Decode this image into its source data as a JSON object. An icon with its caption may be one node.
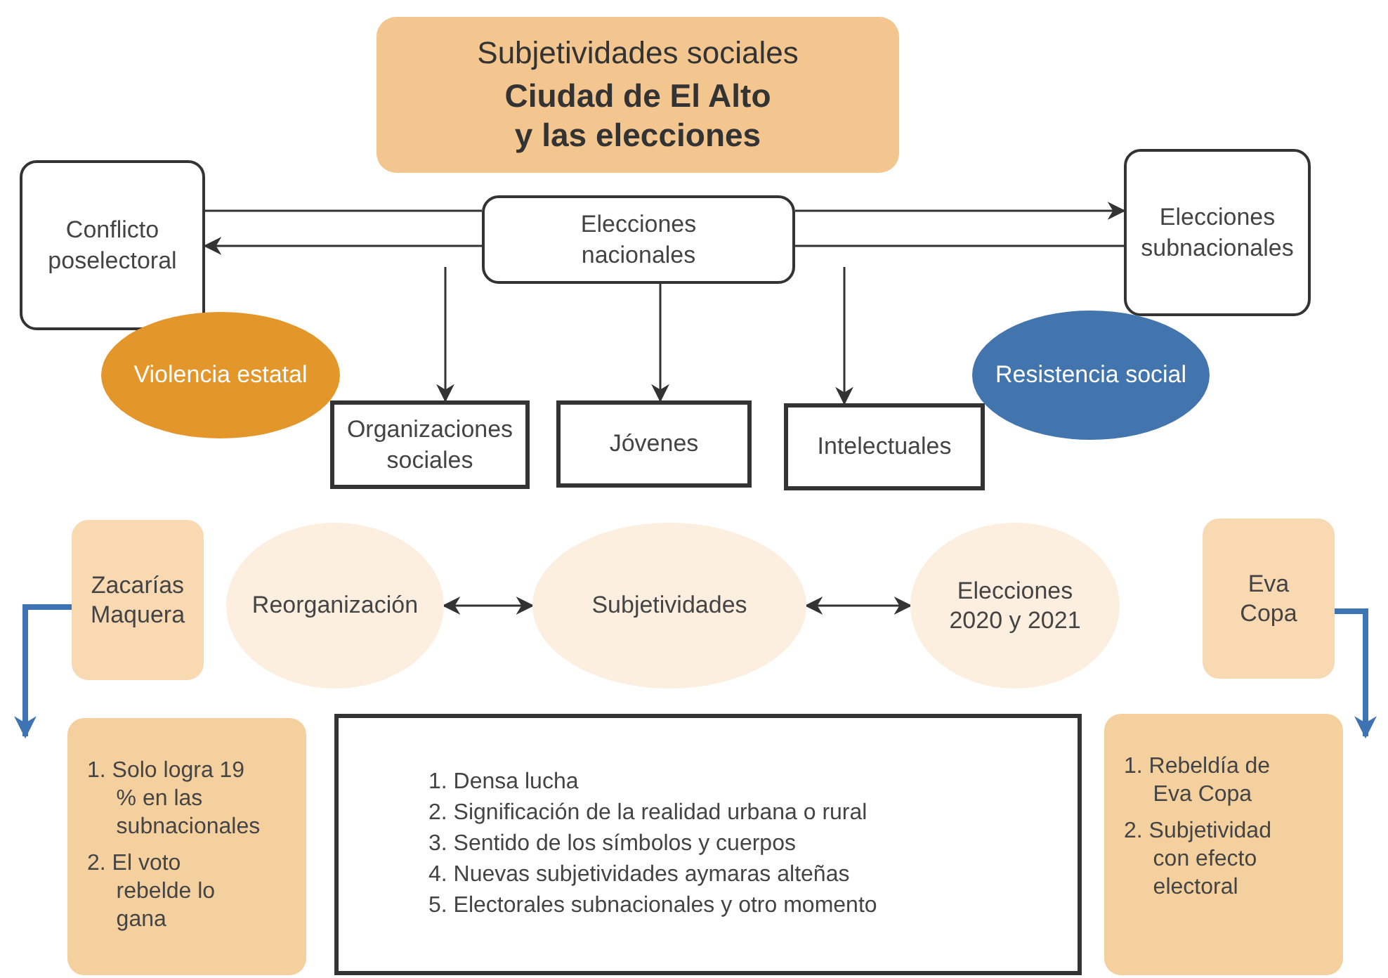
{
  "diagram": {
    "nodes": [
      {
        "text": [
          "Subjetividades sociales",
          "Ciudad de El Alto y las elecciones"
        ]
      },
      {
        "text": [
          "Conflicto poselectoral"
        ]
      },
      {
        "text": [
          "Elecciones nacionales"
        ]
      },
      {
        "text": [
          "Elecciones subnacionales"
        ]
      },
      {
        "text": [
          "Violencia estatal"
        ]
      },
      {
        "text": [
          "Resistencia social"
        ]
      },
      {
        "text": [
          "Organizaciones sociales"
        ]
      },
      {
        "text": [
          "Jóvenes"
        ]
      },
      {
        "text": [
          "Intelectuales"
        ]
      },
      {
        "text": [
          "Zacarías Maquera"
        ]
      },
      {
        "text": [
          "Reorganización"
        ]
      },
      {
        "text": [
          "Subjetividades"
        ]
      },
      {
        "text": [
          "Elecciones 2020 y 2021"
        ]
      },
      {
        "text": [
          "Eva Copa"
        ]
      },
      {
        "text": [
          "1. Solo logra 19 % en las subnacionales",
          "2. El voto rebelde lo gana"
        ]
      },
      {
        "text": [
          "1. Densa lucha",
          "2. Significación de la realidad urbana o rural",
          "3. Sentido de los símbolos y cuerpos",
          "4. Nuevas subjetividades aymaras alteñas",
          "5. Electorales subnacionales y otro momento"
        ]
      },
      {
        "text": [
          "1. Rebeldía de Eva Copa",
          "2. Subjetividad con efecto electoral"
        ]
      }
    ],
    "edges": [
      {
        "from": 1,
        "to": 2,
        "arrow": "none"
      },
      {
        "from": 2,
        "to": 3,
        "arrow": "to"
      },
      {
        "from": 2,
        "to": 1,
        "arrow": "to"
      },
      {
        "from": 3,
        "to": 2,
        "arrow": "none"
      },
      {
        "from": null,
        "to": 6,
        "arrow": "to"
      },
      {
        "from": 2,
        "to": 7,
        "arrow": "to"
      },
      {
        "from": null,
        "to": 8,
        "arrow": "to"
      },
      {
        "from": 10,
        "to": 11,
        "arrow": "both"
      },
      {
        "from": 11,
        "to": 12,
        "arrow": "both"
      },
      {
        "from": 9,
        "to": 14,
        "arrow": "to",
        "style": "thick",
        "color": "#3f74b4"
      },
      {
        "from": 13,
        "to": 16,
        "arrow": "to",
        "style": "thick",
        "color": "#3f74b4"
      }
    ]
  }
}
